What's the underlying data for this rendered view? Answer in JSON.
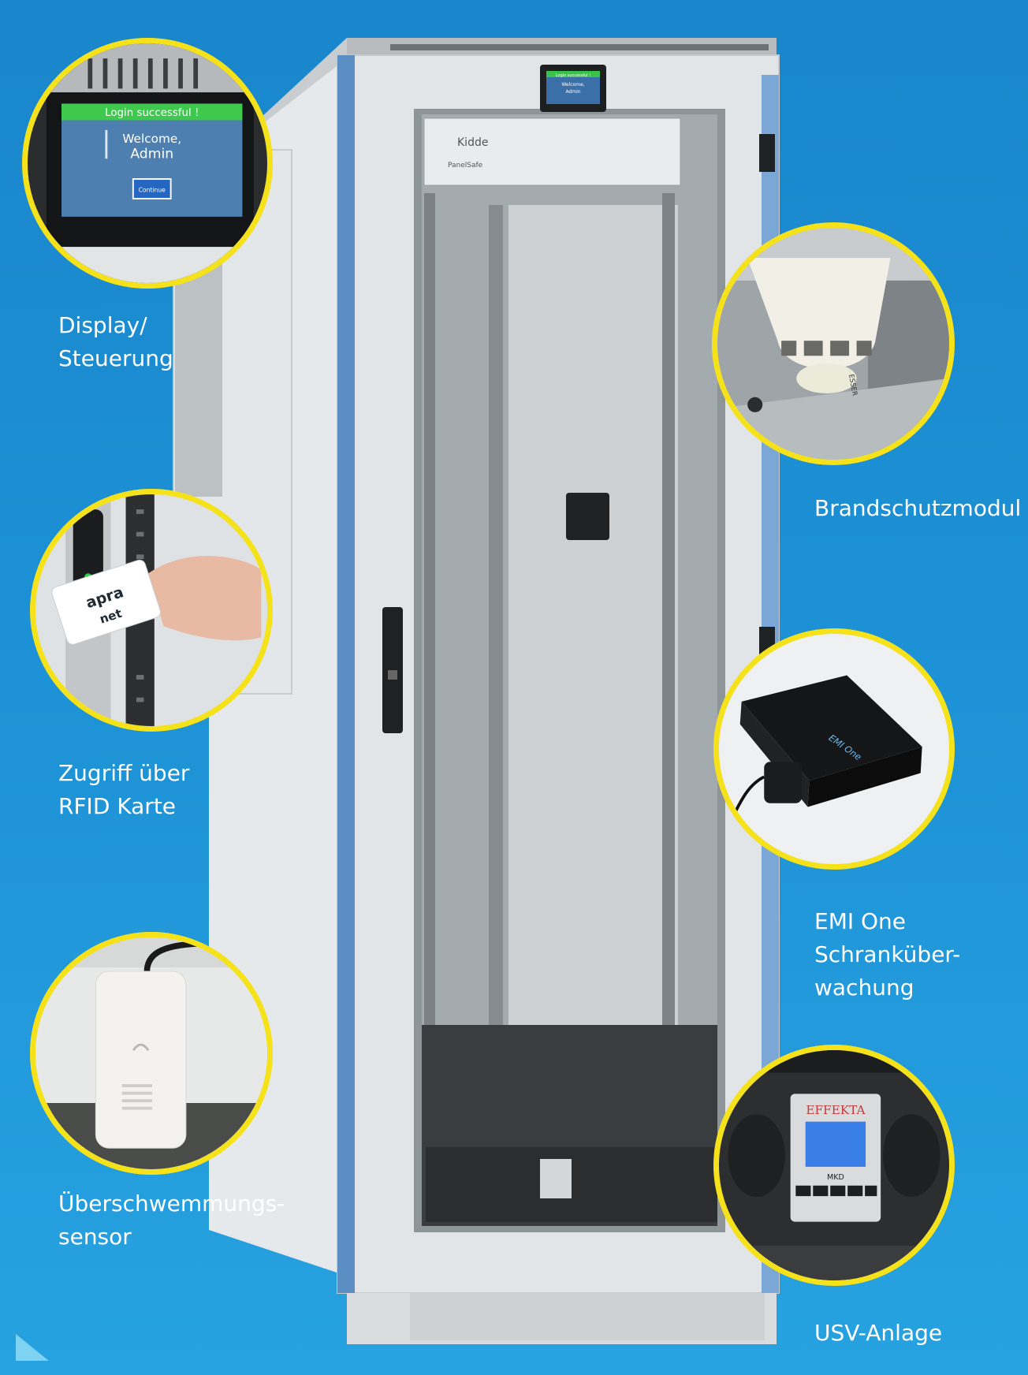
{
  "labels": {
    "display": [
      "Display/",
      "Steuerung"
    ],
    "rfid": [
      "Zugriff über",
      "RFID Karte"
    ],
    "flood": [
      "Überschwemmungs-",
      "sensor"
    ],
    "fire": [
      "Brandschutzmodul"
    ],
    "emi": [
      "EMI One",
      "Schranküber-",
      "wachung"
    ],
    "ups": [
      "USV-Anlage"
    ]
  },
  "display_screen": {
    "header": "Login successful !",
    "welcome": "Welcome,",
    "user": "Admin",
    "button": "Continue"
  },
  "door_display": {
    "header": "Login successful !",
    "welcome": "Welcome,",
    "user": "Admin"
  },
  "panel": {
    "brand": "Kidde",
    "model": "PanelSafe"
  },
  "rfid_card": {
    "brand_top": "apra",
    "brand_bottom": "net"
  },
  "smoke_detector": {
    "brand": "ESSER"
  },
  "emi_device": {
    "name": "EMI One"
  },
  "ups_panel": {
    "brand": "EFFEKTA",
    "model": "MKD"
  },
  "colors": {
    "background_top": "#1a86cc",
    "background_bottom": "#27a2e0",
    "ring": "#f5e21a",
    "label_text": "#ffffff",
    "cabinet": "#dfe3e5",
    "door_trim": "#5b8fc4"
  }
}
